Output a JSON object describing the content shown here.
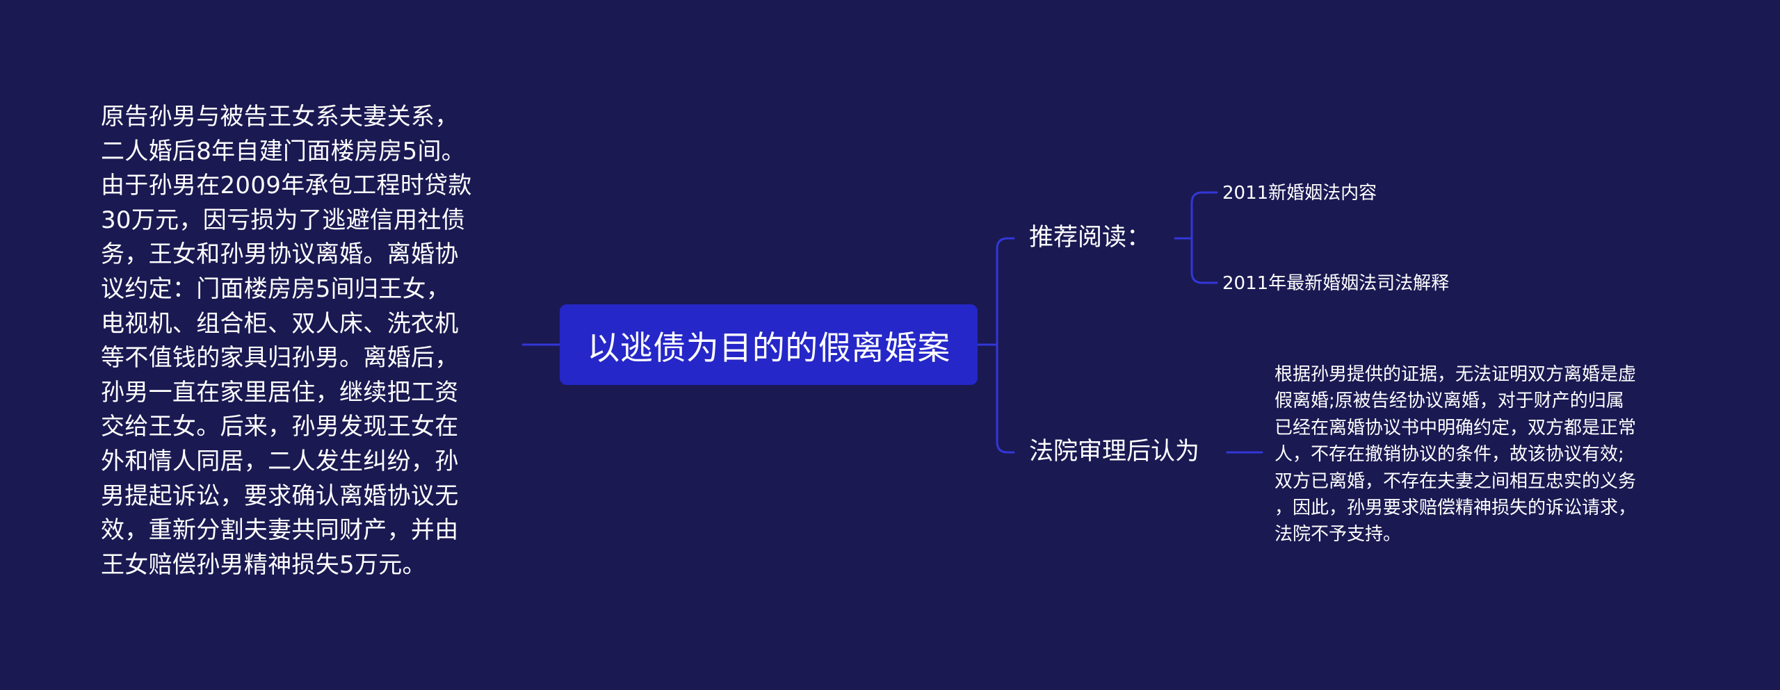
{
  "mindmap": {
    "root": {
      "title": "以逃债为目的的假离婚案"
    },
    "left_detail": {
      "text": "原告孙男与被告王女系夫妻关系，\n二人婚后8年自建门面楼房房5间。\n由于孙男在2009年承包工程时贷款\n30万元，因亏损为了逃避信用社债\n务，王女和孙男协议离婚。离婚协\n议约定：门面楼房房5间归王女，\n电视机、组合柜、双人床、洗衣机\n等不值钱的家具归孙男。离婚后，\n孙男一直在家里居住，继续把工资\n交给王女。后来，孙男发现王女在\n外和情人同居，二人发生纠纷，孙\n男提起诉讼，要求确认离婚协议无\n效，重新分割夫妻共同财产，并由\n王女赔偿孙男精神损失5万元。"
    },
    "branches": [
      {
        "label": "推荐阅读：",
        "children": [
          "2011新婚姻法内容",
          "2011年最新婚姻法司法解释"
        ]
      },
      {
        "label": "法院审理后认为",
        "detail": "根据孙男提供的证据，无法证明双方离婚是虚\n假离婚;原被告经协议离婚，对于财产的归属\n已经在离婚协议书中明确约定，双方都是正常\n人，不存在撤销协议的条件，故该协议有效;\n双方已离婚，不存在夫妻之间相互忠实的义务\n，因此，孙男要求赔偿精神损失的诉讼请求，\n法院不予支持。"
      }
    ],
    "colors": {
      "background": "#1a1952",
      "central_fill": "#2527c8",
      "connector": "#3337d6",
      "text": "#ffffff"
    }
  }
}
